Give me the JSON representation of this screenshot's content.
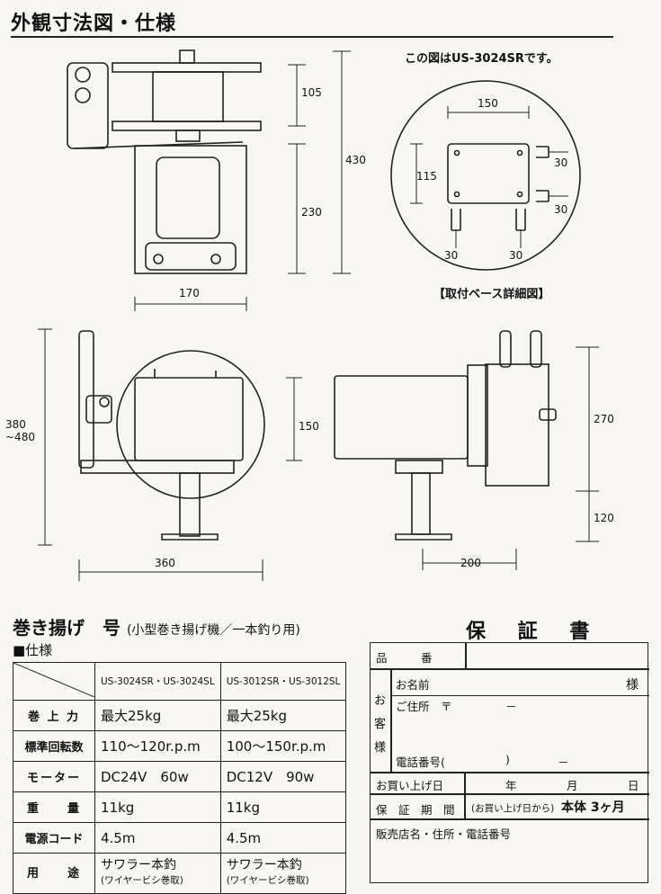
{
  "header": {
    "title": "外観寸法図・仕様"
  },
  "drawing": {
    "front_dims": {
      "spool_height": "105",
      "total_height": "430",
      "body_height": "230",
      "width": "170"
    },
    "base_detail": {
      "note": "この図はUS-3024SRです。",
      "width": "150",
      "height": "115",
      "slot_right_top": "30",
      "slot_right_bottom": "30",
      "slot_bottom_left": "30",
      "slot_bottom_right": "30",
      "caption": "【取付ベース詳細図】"
    },
    "side_dims": {
      "height_range": "380\n~480",
      "width": "360",
      "body_height": "150"
    },
    "rear_dims": {
      "upper_height": "270",
      "lower_height": "120",
      "width": "200"
    }
  },
  "spec": {
    "title": "巻き揚げ　号",
    "subtitle": "(小型巻き揚げ機／一本釣り用)",
    "section_label": "■仕様",
    "columns": [
      "US-3024SR・US-3024SL",
      "US-3012SR・US-3012SL"
    ],
    "rows": [
      {
        "label": "巻 上 力",
        "values": [
          "最大25kg",
          "最大25kg"
        ]
      },
      {
        "label": "標準回転数",
        "values": [
          "110～120r.p.m",
          "100～150r.p.m"
        ]
      },
      {
        "label": "モーター",
        "values": [
          "DC24V　60w",
          "DC12V　90w"
        ]
      },
      {
        "label": "重　　量",
        "values": [
          "11kg",
          "11kg"
        ]
      },
      {
        "label": "電源コード",
        "values": [
          "4.5m",
          "4.5m"
        ]
      },
      {
        "label": "用　　途",
        "values": [
          "サワラー本釣",
          "サワラー本釣"
        ],
        "notes": [
          "(ワイヤービシ巻取)",
          "(ワイヤービシ巻取)"
        ]
      }
    ]
  },
  "warranty": {
    "title": "保 証 書",
    "product_no_label": "品　　　番",
    "customer_label": "お客様",
    "name_label": "お名前",
    "name_suffix": "様",
    "address_label": "ご住所　〒",
    "address_dash": "－",
    "phone_label": "電話番号(",
    "phone_paren": ")",
    "phone_dash": "－",
    "purchase_date_label": "お買い上げ日",
    "year": "年",
    "month": "月",
    "day": "日",
    "period_label": "保　証　期　間",
    "period_note": "(お買い上げ日から)",
    "period_value": "本体 3ヶ月",
    "dealer_label": "販売店名・住所・電話番号"
  }
}
